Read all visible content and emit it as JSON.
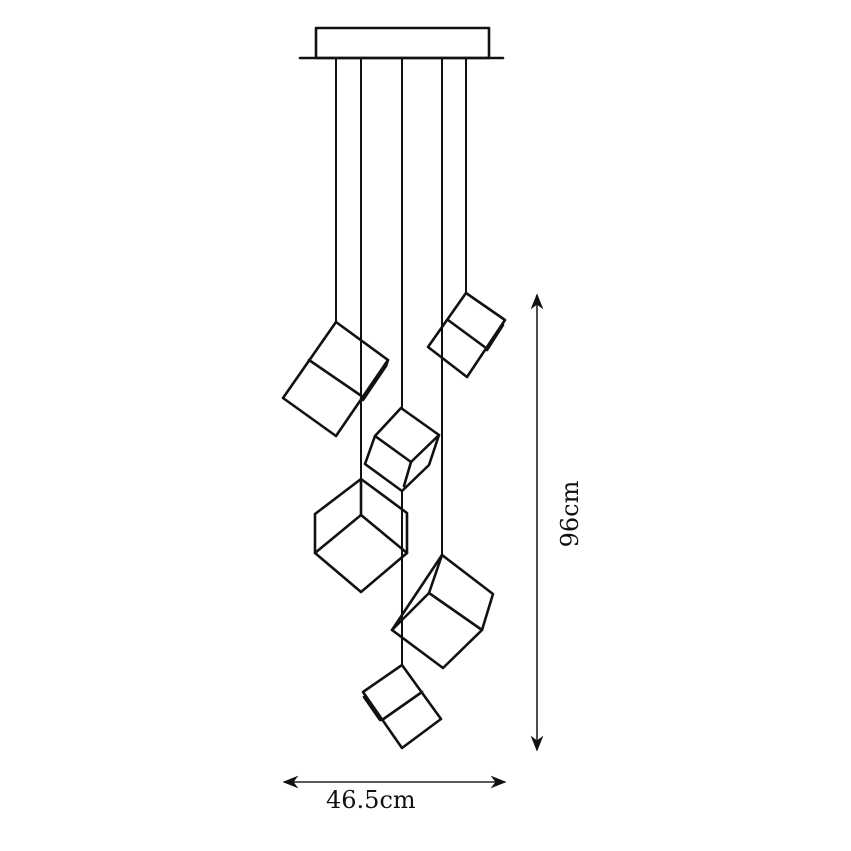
{
  "diagram": {
    "subject": "pendant-light-cluster",
    "dimensions": {
      "width_label": "46.5cm",
      "height_label": "96cm"
    },
    "canopy": {
      "shape": "rectangle"
    },
    "cable_count": 5,
    "pendant_count": 6,
    "pendant_shape": "cube",
    "colors": {
      "line": "#111111",
      "background": "#ffffff"
    }
  }
}
